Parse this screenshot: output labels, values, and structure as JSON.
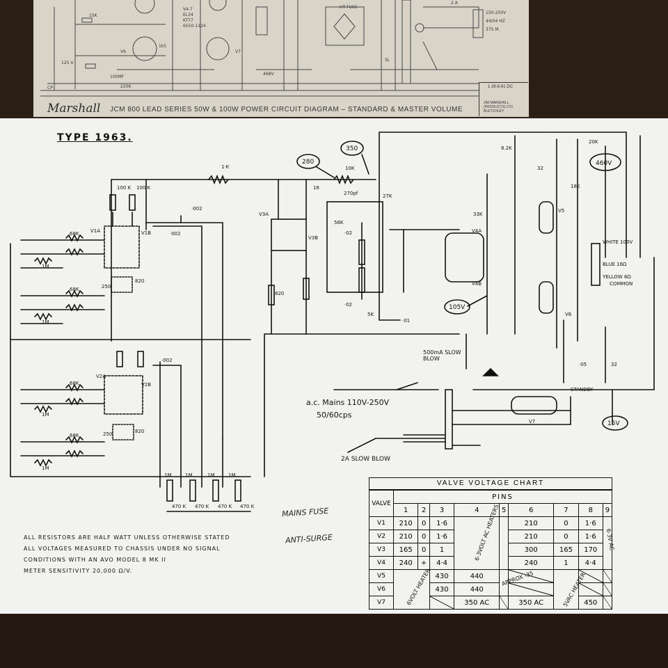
{
  "top_sheet": {
    "brand": "Marshall",
    "title": "JCM 800  LEAD SERIES   50W & 100W  POWER CIRCUIT DIAGRAM – STANDARD & MASTER VOLUME",
    "revision": "1  26-8-81  DC",
    "company": "JIM MARSHALL (PRODUCTS) LTD. BLETCHLEY",
    "labels": [
      "15K",
      "V4-7",
      "EL34",
      "KT77",
      "6550-1124",
      "V6",
      "V7",
      "1k5",
      "468V",
      "100MF",
      "220K",
      "SL",
      "150-250V",
      "44/04 HZ",
      "375 M.",
      "HT FUSE",
      "2 A",
      "CP",
      "125 V"
    ]
  },
  "main": {
    "type_title": "TYPE  1963.",
    "circle_labels": [
      "280",
      "350",
      "460V",
      "105V",
      "15V"
    ],
    "mains_label": "a.c. Mains  110V-250V",
    "freq_label": "50/60cps",
    "fuse_2a": "2A SLOW BLOW",
    "fuse_500": "500mA SLOW BLOW",
    "notes": [
      "ALL RESISTORS ARE HALF WATT UNLESS OTHERWISE STATED",
      "ALL VOLTAGES MEASURED TO CHASSIS UNDER NO SIGNAL",
      "CONDITIONS WITH AN AVO MODEL 8 MK II",
      "METER SENSITIVITY 20,000 Ω/V."
    ],
    "pencil_notes": [
      "MAINS FUSE",
      "ANTI-SURGE"
    ],
    "component_labels": {
      "v1a": "V1A",
      "v1b": "V1B",
      "v2a": "V2A",
      "v2b": "V2B",
      "v3a": "V3A",
      "v3b": "V3B",
      "v4a": "V4A",
      "v4b": "V4B",
      "v5": "V5",
      "v6": "V6",
      "v7": "V7",
      "r100k": "100 K",
      "r68k": "68K",
      "r1m": "1M",
      "r250": "250",
      "r820": "820",
      "r470k": "470 K",
      "r10k": "10K",
      "r27k": "27K",
      "r56k": "56K",
      "r33k": "33K",
      "r5k": "5K",
      "r82k": "8.2K",
      "r20k": "20K",
      "r18k": "18K",
      "c002": "·002",
      "c270": "270pf",
      "c02": "·02",
      "c01": "·01",
      "c05": "·05",
      "c32": "32",
      "c16": "16",
      "white": "WHITE 100V",
      "blue": "BLUE 16Ω",
      "yellow": "YELLOW 8Ω",
      "common": "COMMON",
      "standby": "STANDBY",
      "r1k": "1·K"
    }
  },
  "chart": {
    "title": "VALVE  VOLTAGE  CHART",
    "header_left": "VALVE",
    "header_pins": "PINS",
    "pins": [
      "1",
      "2",
      "3",
      "4",
      "5",
      "6",
      "7",
      "8",
      "9"
    ],
    "rows": [
      {
        "valve": "V1",
        "cells": [
          "210",
          "0",
          "1·6",
          "",
          "",
          "210",
          "0",
          "1·6",
          ""
        ]
      },
      {
        "valve": "V2",
        "cells": [
          "210",
          "0",
          "1·6",
          "",
          "",
          "210",
          "0",
          "1·6",
          ""
        ]
      },
      {
        "valve": "V3",
        "cells": [
          "165",
          "0",
          "1",
          "",
          "",
          "300",
          "165",
          "170",
          ""
        ]
      },
      {
        "valve": "V4",
        "cells": [
          "240",
          "+",
          "4·4",
          "",
          "",
          "240",
          "1",
          "4·4",
          ""
        ]
      },
      {
        "valve": "V5",
        "cells": [
          "",
          "",
          "430",
          "440",
          "",
          "",
          "",
          "",
          ""
        ]
      },
      {
        "valve": "V6",
        "cells": [
          "",
          "",
          "430",
          "440",
          "",
          "",
          "",
          "",
          ""
        ]
      },
      {
        "valve": "V7",
        "cells": [
          "",
          "",
          "",
          "350 AC",
          "",
          "350 AC",
          "",
          "450",
          ""
        ]
      }
    ],
    "heater_note": "6·3VOLT AC HEATERS",
    "heater_note2": "6·3V AC",
    "heater_v5": "6VOLT HEATER",
    "heater_v7": "5VAC HEATER",
    "approx": "APPROX -35"
  },
  "colors": {
    "paper": "#f2f2f0",
    "ink": "#111111",
    "table": "#2b1e14",
    "old_paper": "#d8d5c8"
  }
}
